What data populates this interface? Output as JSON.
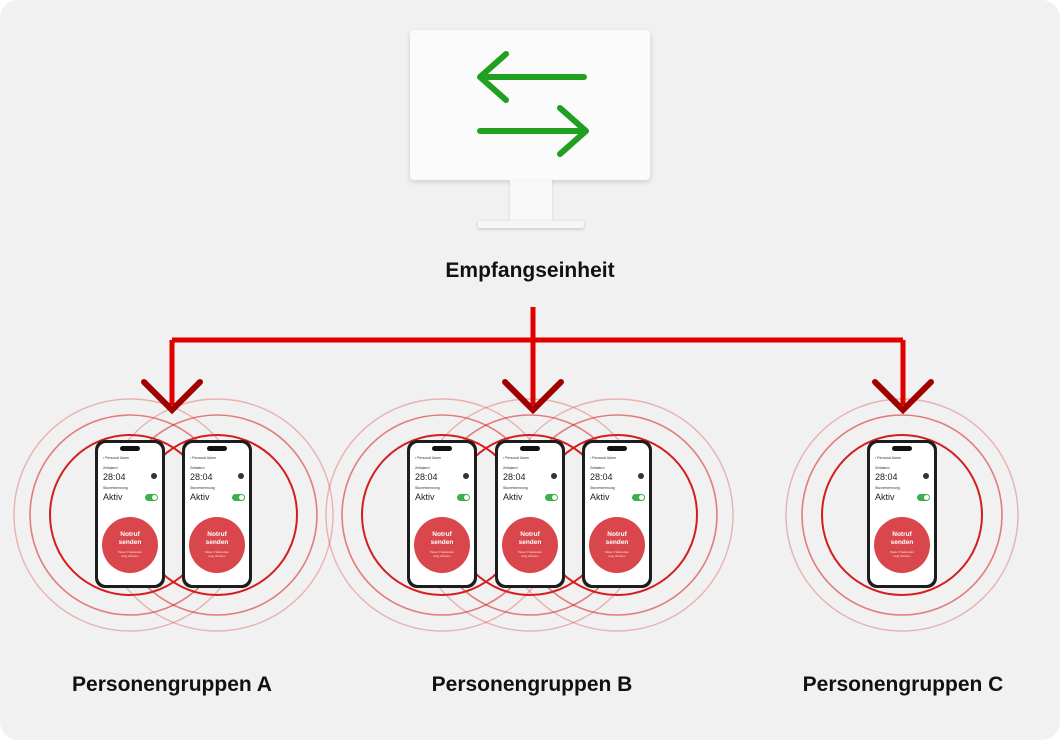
{
  "receiver": {
    "label": "Empfangseinheit",
    "icon": "transfer-arrows-icon"
  },
  "colors": {
    "line": "#e00000",
    "arrow_dark": "#a00000",
    "ring": "#d41e1e",
    "green": "#1fa01f"
  },
  "phone_screen": {
    "app": "‹ Personal Alarm",
    "zeit_label": "Zeitalarm",
    "time": "28:04",
    "sturz_label": "Sturzerkennung",
    "status": "Aktiv",
    "button": "Notruf\nsenden",
    "hint": "Taste 3 Sekunden\nlang drücken"
  },
  "groups": [
    {
      "label": "Personengruppen A",
      "phones": 2
    },
    {
      "label": "Personengruppen B",
      "phones": 3
    },
    {
      "label": "Personengruppen C",
      "phones": 1
    }
  ]
}
